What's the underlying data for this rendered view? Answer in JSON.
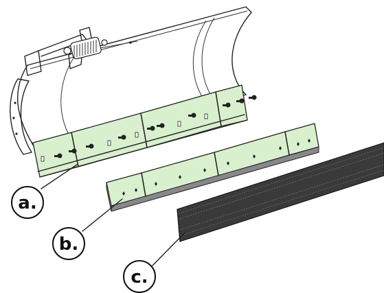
{
  "callouts": {
    "a": "a.",
    "b": "b.",
    "c": "c."
  },
  "colors": {
    "plate_fill": "#d9f0cf",
    "edge_dark": "#888888",
    "brush": "#3a3a3a",
    "line": "#222222"
  }
}
